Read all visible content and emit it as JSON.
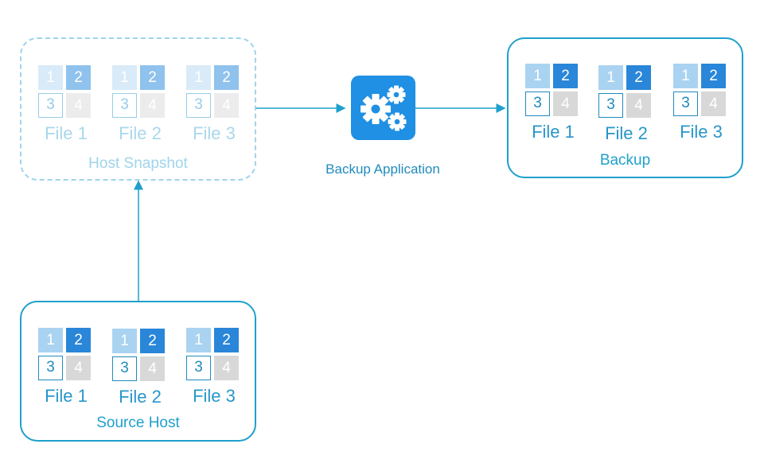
{
  "host_snapshot": {
    "label": "Host Snapshot",
    "files": [
      {
        "name": "File 1",
        "blocks": [
          "1",
          "2",
          "3",
          "4"
        ]
      },
      {
        "name": "File 2",
        "blocks": [
          "1",
          "2",
          "3",
          "4"
        ]
      },
      {
        "name": "File 3",
        "blocks": [
          "1",
          "2",
          "3",
          "4"
        ]
      }
    ]
  },
  "source_host": {
    "label": "Source Host",
    "files": [
      {
        "name": "File 1",
        "blocks": [
          "1",
          "2",
          "3",
          "4"
        ]
      },
      {
        "name": "File 2",
        "blocks": [
          "1",
          "2",
          "3",
          "4"
        ]
      },
      {
        "name": "File 3",
        "blocks": [
          "1",
          "2",
          "3",
          "4"
        ]
      }
    ]
  },
  "backup": {
    "label": "Backup",
    "files": [
      {
        "name": "File 1",
        "blocks": [
          "1",
          "2",
          "3",
          "4"
        ]
      },
      {
        "name": "File 2",
        "blocks": [
          "1",
          "2",
          "3",
          "4"
        ]
      },
      {
        "name": "File 3",
        "blocks": [
          "1",
          "2",
          "3",
          "4"
        ]
      }
    ]
  },
  "app": {
    "label": "Backup Application",
    "icon": "gears-icon"
  },
  "colors": {
    "accent": "#1fa0cc",
    "app_bg": "#1f90e3",
    "block_light": "#a9d3f1",
    "block_dark": "#2a86d8",
    "block_gray": "#d8d8d8"
  }
}
